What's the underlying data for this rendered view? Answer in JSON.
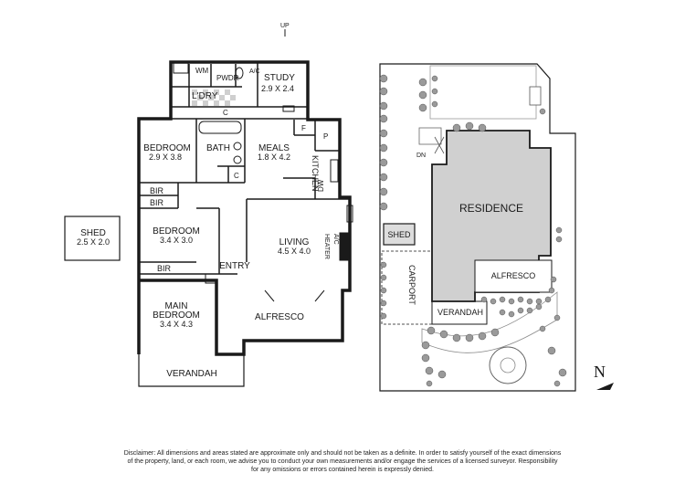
{
  "floor_plan": {
    "rooms": {
      "study": {
        "name": "STUDY",
        "dims": "2.9 X 2.4"
      },
      "wm": {
        "name": "WM"
      },
      "pwdr": {
        "name": "PWDR"
      },
      "ac_small": {
        "name": "A/C"
      },
      "up": {
        "name": "UP"
      },
      "ldry": {
        "name": "L'DRY"
      },
      "c1": {
        "name": "C"
      },
      "f": {
        "name": "F"
      },
      "p": {
        "name": "P"
      },
      "bedroom1": {
        "name": "BEDROOM",
        "dims": "2.9 X 3.8"
      },
      "bath": {
        "name": "BATH"
      },
      "meals": {
        "name": "MEALS",
        "dims": "1.8 X 4.2"
      },
      "kitchen": {
        "name": "KITCHEN"
      },
      "dw": {
        "name": "DW"
      },
      "c2": {
        "name": "C"
      },
      "bir1": {
        "name": "BIR"
      },
      "bir2": {
        "name": "BIR"
      },
      "bedroom2": {
        "name": "BEDROOM",
        "dims": "3.4 X 3.0"
      },
      "living": {
        "name": "LIVING",
        "dims": "4.5 X 4.0"
      },
      "heater": {
        "name": "HEATER"
      },
      "ac_living": {
        "name": "A/C"
      },
      "bir3": {
        "name": "BIR"
      },
      "entry": {
        "name": "ENTRY"
      },
      "main_bedroom": {
        "name_line1": "MAIN",
        "name_line2": "BEDROOM",
        "dims": "3.4 X 4.3"
      },
      "alfresco": {
        "name": "ALFRESCO"
      },
      "verandah": {
        "name": "VERANDAH"
      },
      "shed": {
        "name": "SHED",
        "dims": "2.5 X 2.0"
      }
    }
  },
  "site_plan": {
    "residence": "RESIDENCE",
    "shed": "SHED",
    "alfresco": "ALFRESCO",
    "carport": "CARPORT",
    "verandah": "VERANDAH",
    "dn": "DN"
  },
  "north": {
    "label": "N"
  },
  "disclaimer": {
    "line1": "Disclaimer: All dimensions and areas stated are approximate only and should not be taken as a definite. In order to satisfy yourself of the exact dimensions",
    "line2": "of the property, land, or each room, we advise you to conduct your own measurements and/or engage the services of a licensed surveyor. Responsibility",
    "line3": "for any omissions or errors contained herein is expressly denied."
  }
}
